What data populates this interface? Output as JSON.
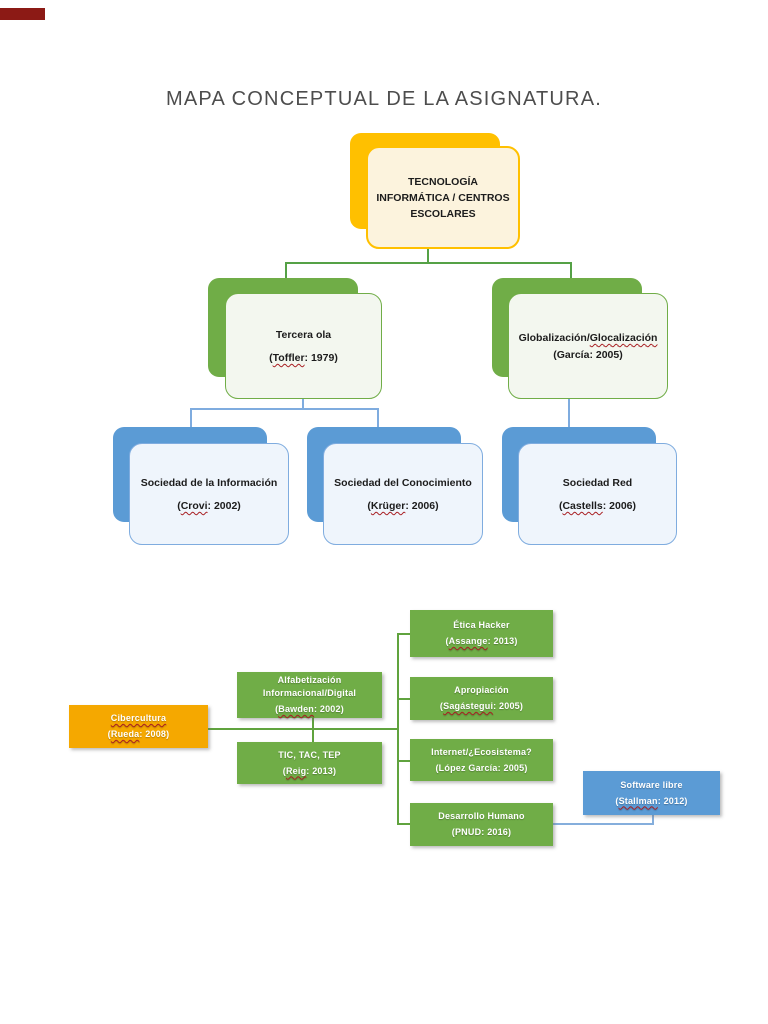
{
  "page": {
    "title": "MAPA CONCEPTUAL DE LA ASIGNATURA."
  },
  "nodes": {
    "tecnologia": {
      "label": "TECNOLOGÍA INFORMÁTICA / CENTROS ESCOLARES"
    },
    "tercera_ola": {
      "label": "Tercera ola",
      "cite_pre": "(",
      "cite_name": "Toffler",
      "cite_post": ": 1979)"
    },
    "globalizacion": {
      "label_plain": "Globalización/",
      "label_marked": "Glocalización",
      "cite_pre": "(",
      "cite_name": "García",
      "cite_post": ": 2005)"
    },
    "soc_informacion": {
      "label": "Sociedad de la Información",
      "cite_pre": "(",
      "cite_name": "Crovi",
      "cite_post": ": 2002)"
    },
    "soc_conocimiento": {
      "label": "Sociedad del Conocimiento",
      "cite_pre": "(",
      "cite_name": "Krüger",
      "cite_post": ": 2006)"
    },
    "soc_red": {
      "label": "Sociedad Red",
      "cite_pre": "(",
      "cite_name": "Castells",
      "cite_post": ": 2006)"
    },
    "cibercultura": {
      "label": "Cibercultura",
      "cite_pre": "(",
      "cite_name": "Rueda",
      "cite_post": ": 2008)"
    },
    "alfabetizacion": {
      "label": "Alfabetización Informacional/Digital",
      "cite_pre": "(",
      "cite_name": "Bawden",
      "cite_post": ": 2002)"
    },
    "tic_tac_tep": {
      "label": "TIC, TAC, TEP",
      "cite_pre": "(",
      "cite_name": "Reig",
      "cite_post": ": 2013)"
    },
    "etica_hacker": {
      "label": "Ética Hacker",
      "cite_pre": "(",
      "cite_name": "Assange",
      "cite_post": ": 2013)"
    },
    "apropiacion": {
      "label": "Apropiación",
      "cite_pre": "(",
      "cite_name": "Sagástegui",
      "cite_post": ": 2005)"
    },
    "internet_eco": {
      "label": "Internet/¿Ecosistema?",
      "cite_pre": "(",
      "cite_name": "López García",
      "cite_post": ": 2005)"
    },
    "desarrollo_humano": {
      "label": "Desarrollo Humano",
      "cite_pre": "(",
      "cite_name": "PNUD",
      "cite_post": ": 2016)"
    },
    "software_libre": {
      "label": "Software libre",
      "cite_pre": "(",
      "cite_name": "Stallman",
      "cite_post": ": 2012)"
    }
  },
  "edges": [
    "tecnologia->tercera_ola",
    "tecnologia->globalizacion",
    "tercera_ola->soc_informacion",
    "tercera_ola->soc_conocimiento",
    "globalizacion->soc_red",
    "cibercultura->alfabetizacion",
    "cibercultura->tic_tac_tep",
    "cibercultura->etica_hacker",
    "cibercultura->apropiacion",
    "cibercultura->internet_eco",
    "cibercultura->desarrollo_humano",
    "desarrollo_humano->software_libre"
  ],
  "colors": {
    "gold": "#FFC000",
    "green": "#70AD47",
    "blue": "#5B9BD5",
    "orange": "#F5A800",
    "connector_green": "#55A146",
    "connector_blue": "#7FACDF",
    "squiggle_red": "#A81E22",
    "title_gray": "#4D4D4D",
    "corner_marker": "#8C1A15"
  }
}
